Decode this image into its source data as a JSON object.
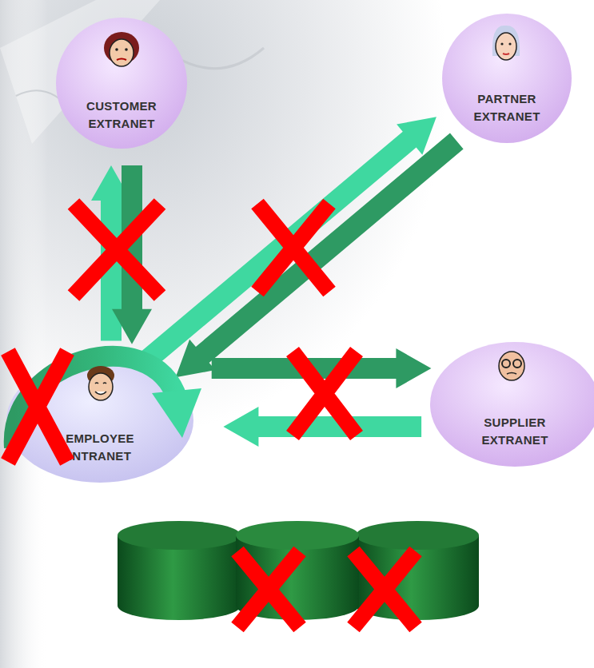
{
  "diagram": {
    "nodes": [
      {
        "text": [
          "CUSTOMER EXTRANET"
        ]
      },
      {
        "text": [
          "PARTNER EXTRANET"
        ]
      },
      {
        "text": [
          "EMPLOYEE INTRANET"
        ]
      },
      {
        "text": [
          "SUPPLIER EXTRANET"
        ]
      }
    ],
    "edges": [
      {
        "from": 2,
        "to": 0,
        "arrow": "to"
      },
      {
        "from": 0,
        "to": 2,
        "arrow": "to"
      },
      {
        "from": 2,
        "to": 1,
        "arrow": "to"
      },
      {
        "from": 1,
        "to": 2,
        "arrow": "to"
      },
      {
        "from": 2,
        "to": 3,
        "arrow": "to"
      },
      {
        "from": 3,
        "to": 2,
        "arrow": "to"
      }
    ]
  }
}
